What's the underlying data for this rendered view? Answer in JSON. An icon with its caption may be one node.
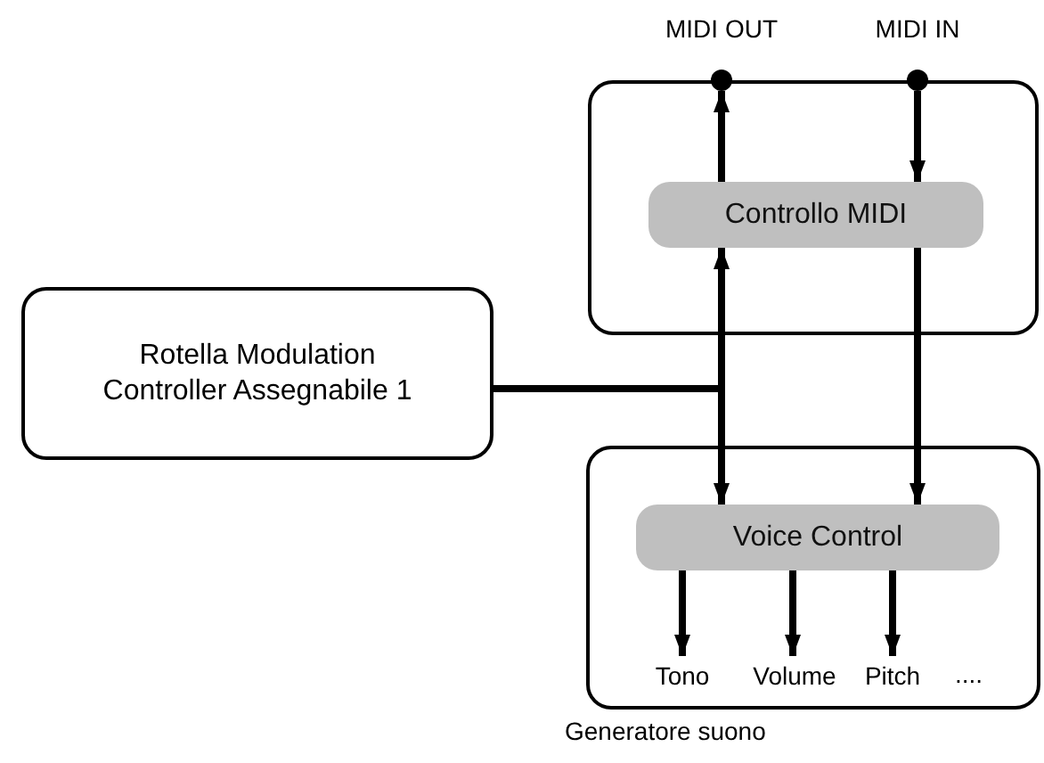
{
  "diagram": {
    "nodes": [
      {
        "text": [],
        "shape": "box"
      },
      {
        "text": [],
        "shape": "circle",
        "beside": [
          "MIDI OUT"
        ],
        "in": 0
      },
      {
        "text": [],
        "shape": "circle",
        "beside": [
          "MIDI IN"
        ],
        "in": 0
      },
      {
        "text": [
          "Controllo MIDI"
        ],
        "in": 0
      },
      {
        "text": [
          "Rotella Modulation Controller Assegnabile 1"
        ]
      },
      {
        "text": [
          "Generatore suono"
        ]
      },
      {
        "text": [
          "Voice Control"
        ],
        "in": 5
      },
      {
        "text": [
          "Tono"
        ],
        "in": 5
      },
      {
        "text": [
          "Volume"
        ],
        "in": 5
      },
      {
        "text": [
          "Pitch"
        ],
        "in": 5
      }
    ],
    "edges": [
      {
        "from": 3,
        "to": 1,
        "arrow": "to"
      },
      {
        "from": 2,
        "to": 3,
        "arrow": "to"
      },
      {
        "from": 4,
        "to": 3,
        "arrow": "to"
      },
      {
        "from": 4,
        "to": 6,
        "arrow": "to"
      },
      {
        "from": 3,
        "to": 6,
        "arrow": "to"
      },
      {
        "from": 6,
        "to": 7,
        "arrow": "to"
      },
      {
        "from": 6,
        "to": 8,
        "arrow": "to"
      },
      {
        "from": 6,
        "to": 9,
        "arrow": "to"
      }
    ],
    "labels": [
      "...."
    ]
  }
}
